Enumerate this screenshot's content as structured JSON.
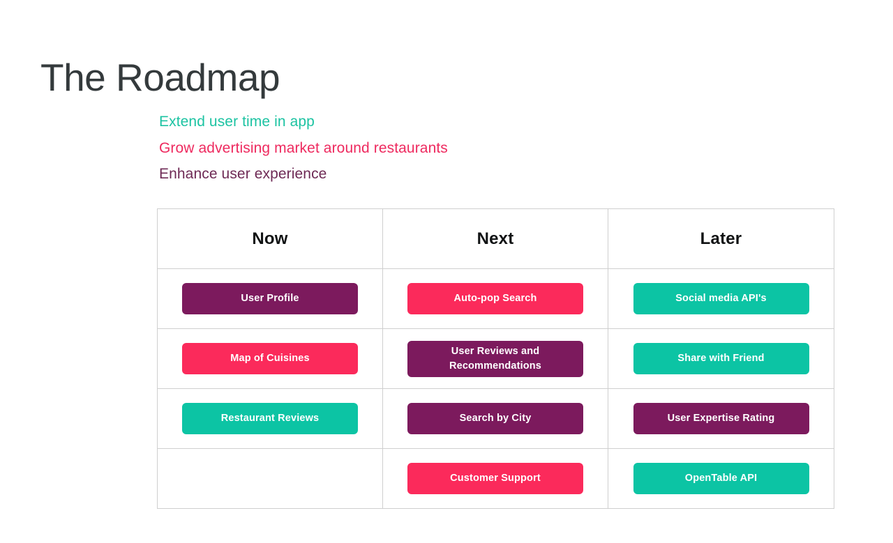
{
  "page": {
    "title": "The Roadmap",
    "background_color": "#ffffff",
    "title_color": "#343a3c"
  },
  "colors": {
    "purple": "#7c1a5d",
    "pink": "#fb2a5b",
    "teal": "#0cc4a4",
    "goal_teal_text": "#1cc3a2",
    "goal_pink_text": "#ee2a5f",
    "goal_purple_text": "#6e2a55",
    "table_border": "#cfcfcf",
    "header_text": "#111314"
  },
  "goals": [
    {
      "text": "Extend user time in app",
      "color": "#1cc3a2",
      "theme": "teal"
    },
    {
      "text": "Grow advertising market around restaurants",
      "color": "#ee2a5f",
      "theme": "pink"
    },
    {
      "text": "Enhance user experience",
      "color": "#6e2a55",
      "theme": "purple"
    }
  ],
  "table": {
    "headers": [
      "Now",
      "Next",
      "Later"
    ],
    "rows": [
      [
        {
          "label": "User Profile",
          "theme": "purple"
        },
        {
          "label": "Auto-pop Search",
          "theme": "pink"
        },
        {
          "label": "Social media API's",
          "theme": "teal"
        }
      ],
      [
        {
          "label": "Map of Cuisines",
          "theme": "pink"
        },
        {
          "label": "User Reviews and Recommendations",
          "theme": "purple"
        },
        {
          "label": "Share with Friend",
          "theme": "teal"
        }
      ],
      [
        {
          "label": "Restaurant Reviews",
          "theme": "teal"
        },
        {
          "label": "Search by City",
          "theme": "purple"
        },
        {
          "label": "User Expertise Rating",
          "theme": "purple"
        }
      ],
      [
        {
          "label": "",
          "theme": "empty"
        },
        {
          "label": "Customer Support",
          "theme": "pink"
        },
        {
          "label": "OpenTable API",
          "theme": "teal"
        }
      ]
    ]
  }
}
